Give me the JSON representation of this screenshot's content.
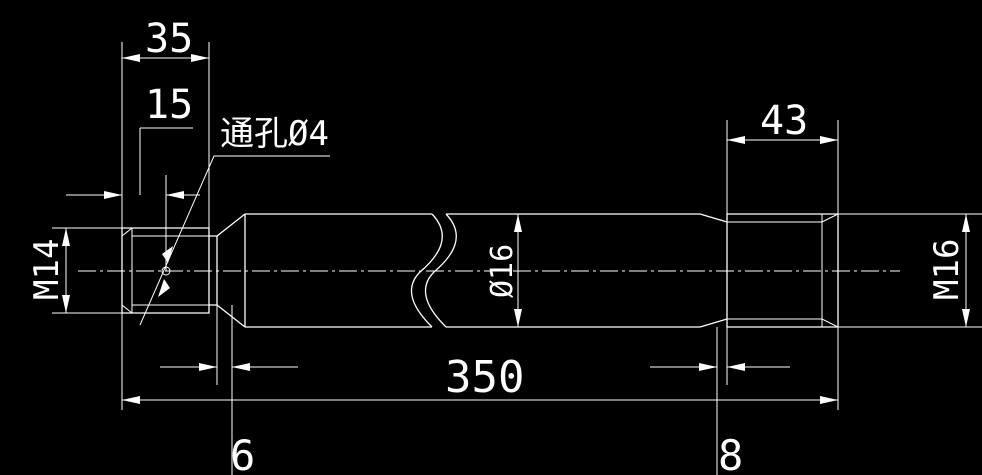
{
  "drawing": {
    "background": "#000000",
    "line_color": "#ffffff",
    "dimensions": {
      "length_35": "35",
      "length_15": "15",
      "length_43": "43",
      "total_length": "350",
      "length_6": "6",
      "length_8": "8"
    },
    "labels": {
      "through_hole": "通孔Ø4",
      "diameter_16": "Ø16",
      "thread_left": "M14",
      "thread_right": "M16"
    }
  }
}
